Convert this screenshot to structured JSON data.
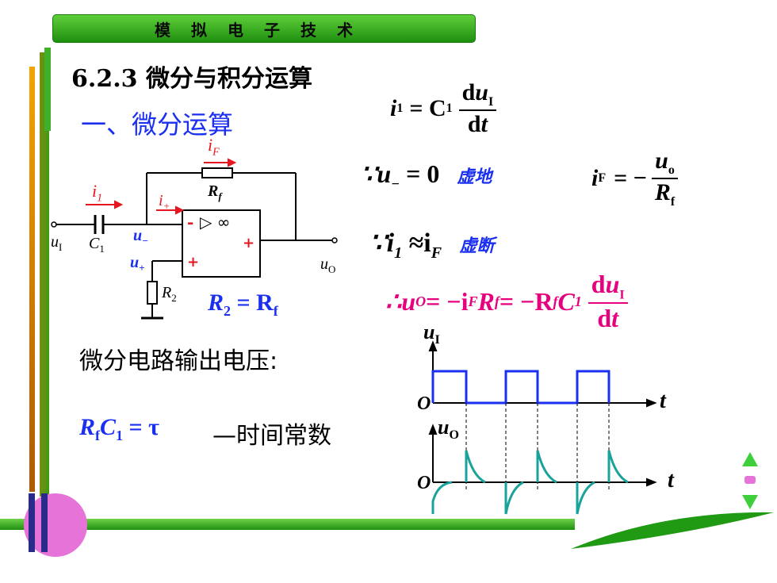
{
  "banner": "模拟电子技术",
  "title": "6.2.3 微分与积分运算",
  "subtitle": "一、微分运算",
  "eq1": {
    "lhs": "i",
    "lhs_sub": "1",
    "op": " = C",
    "c_sub": "1",
    "num": "du",
    "num_sub": "I",
    "den": "dt"
  },
  "eq2": {
    "text": "∵u",
    "sub": "−",
    "rhs": " = 0",
    "tag": "虚地"
  },
  "eq3": {
    "lhs": "i",
    "lhs_sub": "F",
    "op": " = −",
    "num": "u",
    "num_sub": "o",
    "den": "R",
    "den_sub": "f"
  },
  "eq4": {
    "text": "∵i",
    "sub1": "1",
    "approx": " ≈i",
    "sub2": "F",
    "tag": "虚断"
  },
  "eq5": {
    "text": "∴u",
    "sub": "O",
    "mid": " = −i",
    "sub2": "F",
    "mid2": " R",
    "sub3": "f",
    "mid3": " = −R",
    "sub4": "f",
    "mid4": "C",
    "sub5": "1",
    "num": "du",
    "num_sub": "I",
    "den": "dt"
  },
  "circuit": {
    "iF": "i",
    "iF_sub": "F",
    "Rf": "R",
    "Rf_sub": "f",
    "i1": "i",
    "i1_sub": "1",
    "iplus": "i",
    "iplus_sub": "+",
    "uI": "u",
    "uI_sub": "I",
    "C1": "C",
    "C1_sub": "1",
    "uminus": "u",
    "uminus_sub": "−",
    "uplus": "u",
    "uplus_sub": "+",
    "R2": "R",
    "R2_sub": "2",
    "uO": "u",
    "uO_sub": "O",
    "minus": "-",
    "plus": "+",
    "plus2": "+",
    "inf": "▷ ∞"
  },
  "r2eq": {
    "a": "R",
    "a_sub": "2",
    "op": " = R",
    "b_sub": "f"
  },
  "note": "微分电路输出电压:",
  "rc": {
    "a": "R",
    "a_sub": "f",
    "b": "C",
    "b_sub": "1",
    "eq": " = τ"
  },
  "rc_desc": "—时间常数",
  "waveform": {
    "top_label": "u",
    "top_sub": "I",
    "bottom_label": "u",
    "bottom_sub": "O",
    "origin": "O",
    "t": "t"
  },
  "colors": {
    "banner": "#2fa81c",
    "blue": "#1a2ff0",
    "magenta": "#e6007e",
    "teal": "#1aa39b",
    "bar_green": "#1f8f10"
  }
}
